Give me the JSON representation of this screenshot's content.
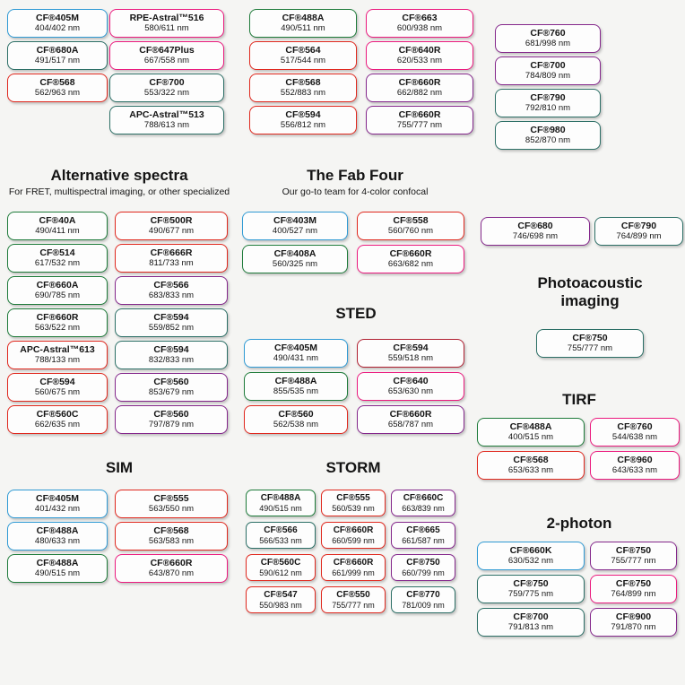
{
  "colors": {
    "blue": "#2F9AD4",
    "green": "#1E7B3A",
    "teal": "#2C6F66",
    "red": "#E0281E",
    "pink": "#EB1A7E",
    "purple": "#84278B",
    "crimson": "#B02031"
  },
  "top": {
    "col1": [
      {
        "name": "CF®405M",
        "val": "404/402 nm",
        "c": "blue"
      },
      {
        "name": "CF®680A",
        "val": "491/517 nm",
        "c": "teal"
      },
      {
        "name": "CF®568",
        "val": "562/963 nm",
        "c": "red"
      }
    ],
    "col2": [
      {
        "name": "RPE-Astral™516",
        "val": "580/611 nm",
        "c": "pink"
      },
      {
        "name": "CF®647Plus",
        "val": "667/558 nm",
        "c": "pink"
      },
      {
        "name": "CF®700",
        "val": "553/322 nm",
        "c": "teal"
      },
      {
        "name": "APC-Astral™513",
        "val": "788/613 nm",
        "c": "teal"
      }
    ],
    "col3": [
      {
        "name": "CF®488A",
        "val": "490/511 nm",
        "c": "green"
      },
      {
        "name": "CF®564",
        "val": "517/544 nm",
        "c": "red"
      },
      {
        "name": "CF®568",
        "val": "552/883 nm",
        "c": "red"
      },
      {
        "name": "CF®594",
        "val": "556/812 nm",
        "c": "red"
      }
    ],
    "col4": [
      {
        "name": "CF®663",
        "val": "600/938 nm",
        "c": "pink"
      },
      {
        "name": "CF®640R",
        "val": "620/533 nm",
        "c": "pink"
      },
      {
        "name": "CF®660R",
        "val": "662/882 nm",
        "c": "purple"
      },
      {
        "name": "CF®660R",
        "val": "755/777 nm",
        "c": "purple"
      }
    ],
    "col5": [
      {
        "name": "CF®760",
        "val": "681/998 nm",
        "c": "purple"
      },
      {
        "name": "CF®700",
        "val": "784/809 nm",
        "c": "purple"
      },
      {
        "name": "CF®790",
        "val": "792/810 nm",
        "c": "teal"
      },
      {
        "name": "CF®980",
        "val": "852/870 nm",
        "c": "teal"
      }
    ]
  },
  "sections": {
    "alternative": {
      "title": "Alternative spectra",
      "subtitle": "For FRET, multispectral imaging, or other specialized",
      "badges": [
        {
          "name": "CF®40A",
          "val": "490/411 nm",
          "c": "green"
        },
        {
          "name": "CF®500R",
          "val": "490/677 nm",
          "c": "red"
        },
        {
          "name": "CF®514",
          "val": "617/532 nm",
          "c": "green"
        },
        {
          "name": "CF®666R",
          "val": "811/733 nm",
          "c": "red"
        },
        {
          "name": "CF®660A",
          "val": "690/785 nm",
          "c": "green"
        },
        {
          "name": "CF®566",
          "val": "683/833 nm",
          "c": "purple"
        },
        {
          "name": "CF®660R",
          "val": "563/522 nm",
          "c": "green"
        },
        {
          "name": "CF®594",
          "val": "559/852 nm",
          "c": "teal"
        },
        {
          "name": "APC-Astral™613",
          "val": "788/133 nm",
          "c": "red"
        },
        {
          "name": "CF®594",
          "val": "832/833 nm",
          "c": "teal"
        },
        {
          "name": "CF®594",
          "val": "560/675 nm",
          "c": "red"
        },
        {
          "name": "CF®560",
          "val": "853/679 nm",
          "c": "purple"
        },
        {
          "name": "CF®560C",
          "val": "662/635 nm",
          "c": "red"
        },
        {
          "name": "CF®560",
          "val": "797/879 nm",
          "c": "purple"
        }
      ]
    },
    "fabfour": {
      "title": "The Fab Four",
      "subtitle": "Our go-to team for 4-color confocal",
      "badges": [
        {
          "name": "CF®403M",
          "val": "400/527 nm",
          "c": "blue"
        },
        {
          "name": "CF®558",
          "val": "560/760 nm",
          "c": "red"
        },
        {
          "name": "CF®408A",
          "val": "560/325 nm",
          "c": "green"
        },
        {
          "name": "CF®660R",
          "val": "663/682 nm",
          "c": "pink"
        }
      ]
    },
    "sted": {
      "title": "STED",
      "badges": [
        {
          "name": "CF®405M",
          "val": "490/431 nm",
          "c": "blue"
        },
        {
          "name": "CF®594",
          "val": "559/518 nm",
          "c": "crimson"
        },
        {
          "name": "CF®488A",
          "val": "855/535 nm",
          "c": "green"
        },
        {
          "name": "CF®640",
          "val": "653/630 nm",
          "c": "pink"
        },
        {
          "name": "CF®560",
          "val": "562/538 nm",
          "c": "red"
        },
        {
          "name": "CF®660R",
          "val": "658/787 nm",
          "c": "purple"
        }
      ]
    },
    "sim": {
      "title": "SIM",
      "badges": [
        {
          "name": "CF®405M",
          "val": "401/432 nm",
          "c": "blue"
        },
        {
          "name": "CF®555",
          "val": "563/550 nm",
          "c": "red"
        },
        {
          "name": "CF®488A",
          "val": "480/633 nm",
          "c": "blue"
        },
        {
          "name": "CF®568",
          "val": "563/583 nm",
          "c": "red"
        },
        {
          "name": "CF®488A",
          "val": "490/515 nm",
          "c": "green"
        },
        {
          "name": "CF®660R",
          "val": "643/870 nm",
          "c": "pink"
        }
      ]
    },
    "storm": {
      "title": "STORM",
      "badges": [
        {
          "name": "CF®488A",
          "val": "490/515 nm",
          "c": "green"
        },
        {
          "name": "CF®555",
          "val": "560/539 nm",
          "c": "red"
        },
        {
          "name": "CF®660C",
          "val": "663/839 nm",
          "c": "purple"
        },
        {
          "name": "CF®566",
          "val": "566/533 nm",
          "c": "teal"
        },
        {
          "name": "CF®660R",
          "val": "660/599 nm",
          "c": "red"
        },
        {
          "name": "CF®665",
          "val": "661/587 nm",
          "c": "purple"
        },
        {
          "name": "CF®560C",
          "val": "590/612 nm",
          "c": "red"
        },
        {
          "name": "CF®660R",
          "val": "661/999 nm",
          "c": "red"
        },
        {
          "name": "CF®750",
          "val": "660/799 nm",
          "c": "purple"
        },
        {
          "name": "CF®547",
          "val": "550/983 nm",
          "c": "red"
        },
        {
          "name": "CF®550",
          "val": "755/777 nm",
          "c": "red"
        },
        {
          "name": "CF®770",
          "val": "781/009 nm",
          "c": "teal"
        }
      ]
    },
    "near_ir_pair": {
      "badges": [
        {
          "name": "CF®680",
          "val": "746/698 nm",
          "c": "purple"
        },
        {
          "name": "CF®790",
          "val": "764/899 nm",
          "c": "teal"
        }
      ]
    },
    "photoacoustic": {
      "title": "Photoacoustic imaging",
      "badges": [
        {
          "name": "CF®750",
          "val": "755/777 nm",
          "c": "teal"
        }
      ]
    },
    "tirf": {
      "title": "TIRF",
      "badges": [
        {
          "name": "CF®488A",
          "val": "400/515 nm",
          "c": "green"
        },
        {
          "name": "CF®760",
          "val": "544/638 nm",
          "c": "pink"
        },
        {
          "name": "CF®568",
          "val": "653/633 nm",
          "c": "red"
        },
        {
          "name": "CF®960",
          "val": "643/633 nm",
          "c": "pink"
        }
      ]
    },
    "twophoton": {
      "title": "2-photon",
      "badges": [
        {
          "name": "CF®660K",
          "val": "630/532 nm",
          "c": "blue"
        },
        {
          "name": "CF®750",
          "val": "755/777 nm",
          "c": "purple"
        },
        {
          "name": "CF®750",
          "val": "759/775 nm",
          "c": "teal"
        },
        {
          "name": "CF®750",
          "val": "764/899 nm",
          "c": "pink"
        },
        {
          "name": "CF®700",
          "val": "791/813 nm",
          "c": "teal"
        },
        {
          "name": "CF®900",
          "val": "791/870 nm",
          "c": "purple"
        }
      ]
    }
  }
}
